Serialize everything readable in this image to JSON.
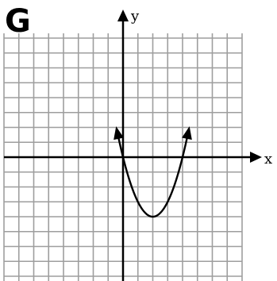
{
  "panel": {
    "label": "G"
  },
  "chart_data": {
    "type": "line",
    "title": "",
    "xlabel": "x",
    "ylabel": "y",
    "xlim": [
      -8,
      8
    ],
    "ylim": [
      -8,
      8
    ],
    "grid": true,
    "series": [
      {
        "equation": "y = x^2 - 4x",
        "x": [
          -0.4,
          -0.2,
          0,
          0.5,
          1,
          1.5,
          2,
          2.5,
          3,
          3.5,
          4,
          4.2,
          4.4
        ],
        "y": [
          1.76,
          0.84,
          0,
          -1.75,
          -3,
          -3.75,
          -4,
          -3.75,
          -3,
          -1.75,
          0,
          0.84,
          1.76
        ]
      }
    ],
    "colors": {
      "grid": "#9e9e9e",
      "axis": "#000000",
      "curve": "#000000",
      "background": "#ffffff"
    }
  }
}
